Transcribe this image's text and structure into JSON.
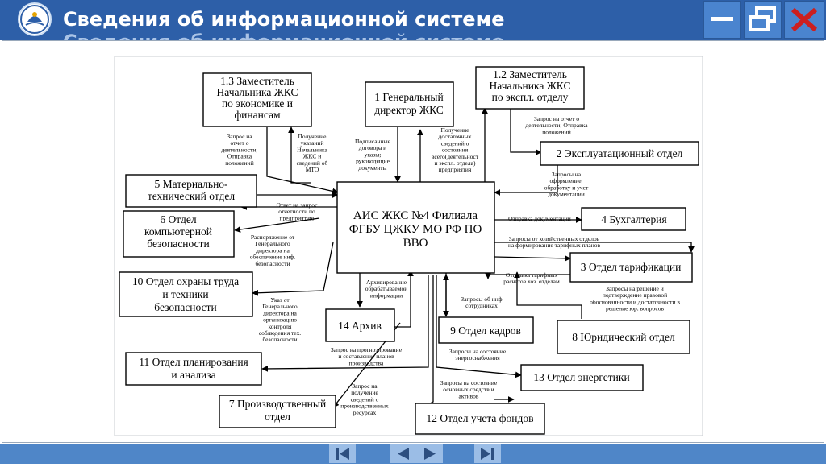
{
  "header": {
    "title": "Сведения об информационной системе",
    "minimize_icon": "minimize-icon",
    "restore_icon": "restore-icon",
    "close_icon": "close-icon",
    "logo_icon": "emblem-logo-icon"
  },
  "diagram": {
    "center": [
      "АИС ЖКС №4 Филиала",
      "ФГБУ ЦЖКУ МО РФ ПО",
      "ВВО"
    ],
    "boxes": {
      "b13": [
        "1.3 Заместитель",
        "Начальника ЖКС",
        "по экономике и",
        "финансам"
      ],
      "b1": [
        "1 Генеральный",
        "директор ЖКС"
      ],
      "b12": [
        "1.2 Заместитель",
        "Начальника ЖКС",
        "по экспл. отделу"
      ],
      "b2": [
        "2 Эксплуатационный отдел"
      ],
      "b5": [
        "5 Материально-",
        "технический отдел"
      ],
      "b6": [
        "6 Отдел",
        "компьютерной",
        "безопасности"
      ],
      "b4": [
        "4 Бухгалтерия"
      ],
      "b3": [
        "3 Отдел тарификации"
      ],
      "b10": [
        "10 Отдел охраны труда",
        "и техники",
        "безопасности"
      ],
      "b14": [
        "14 Архив"
      ],
      "b9": [
        "9 Отдел кадров"
      ],
      "b8": [
        "8 Юридический отдел"
      ],
      "b11": [
        "11 Отдел планирования",
        "и анализа"
      ],
      "b13e": [
        "13 Отдел энергетики"
      ],
      "b7": [
        "7 Производственный",
        "отдел"
      ],
      "b12f": [
        "12 Отдел учета фондов"
      ]
    },
    "notes": {
      "n1": [
        "Запрос на",
        "отчет о",
        "деятельности;",
        "Отправка",
        "положений"
      ],
      "n2": [
        "Получение",
        "указаний",
        "Начальника",
        "ЖКС и",
        "сведений об",
        "МТО"
      ],
      "n3": [
        "Подписанные",
        "договора и",
        "указы;",
        "руководящие",
        "документы"
      ],
      "n4": [
        "Получение",
        "достаточных",
        "сведений о",
        "состояния",
        "всего(деятельност",
        "и экспл. отдела)",
        "предприятия"
      ],
      "n5": [
        "Запрос на отчет о",
        "деятельности; Отправка",
        "положений"
      ],
      "n6": [
        "Запросы на",
        "оформление,",
        "обработку и учет",
        "документации"
      ],
      "n7": [
        "Ответ на запрос",
        "отчетности по",
        "предприятию"
      ],
      "n8": [
        "Отправка документации"
      ],
      "n9": [
        "Распоряжение от",
        "Генерального",
        "директора на",
        "обеспечение инф.",
        "безопасности"
      ],
      "n10": [
        "Запросы от хозяйственных отделов",
        "на формирование тарифных планов"
      ],
      "n11": [
        "Отправка тарифных",
        "расчетов хоз. отделам"
      ],
      "n12": [
        "Указ от",
        "Генерального",
        "директора на",
        "организацию",
        "контроля",
        "соблюдения тех.",
        "безопасности"
      ],
      "n13": [
        "Архивирование",
        "обрабатываемой",
        "информации"
      ],
      "n14": [
        "Запросы об инф",
        "сотрудниках"
      ],
      "n15": [
        "Запросы на решение и",
        "подтверждение правовой",
        "обоснованности и достаточности в",
        "решение юр. вопросов"
      ],
      "n16": [
        "Запрос на прогнозирование",
        "и составление планов",
        "производства"
      ],
      "n17": [
        "Запросы на состояние",
        "энергоснабжения"
      ],
      "n18": [
        "Запросы на состояние",
        "основных средств и",
        "активов"
      ],
      "n19": [
        "Запрос на",
        "получение",
        "сведений о",
        "производственных",
        "ресурсах"
      ]
    }
  },
  "footer": {
    "first_icon": "first-slide-icon",
    "prev_icon": "prev-slide-icon",
    "next_icon": "next-slide-icon",
    "last_icon": "last-slide-icon"
  },
  "colors": {
    "titlebar": "#2d5fa8",
    "button": "#4a84cf",
    "close_x": "#cc1f1f",
    "bottombar": "#4f86c8",
    "nav_button": "#9bbde6"
  }
}
